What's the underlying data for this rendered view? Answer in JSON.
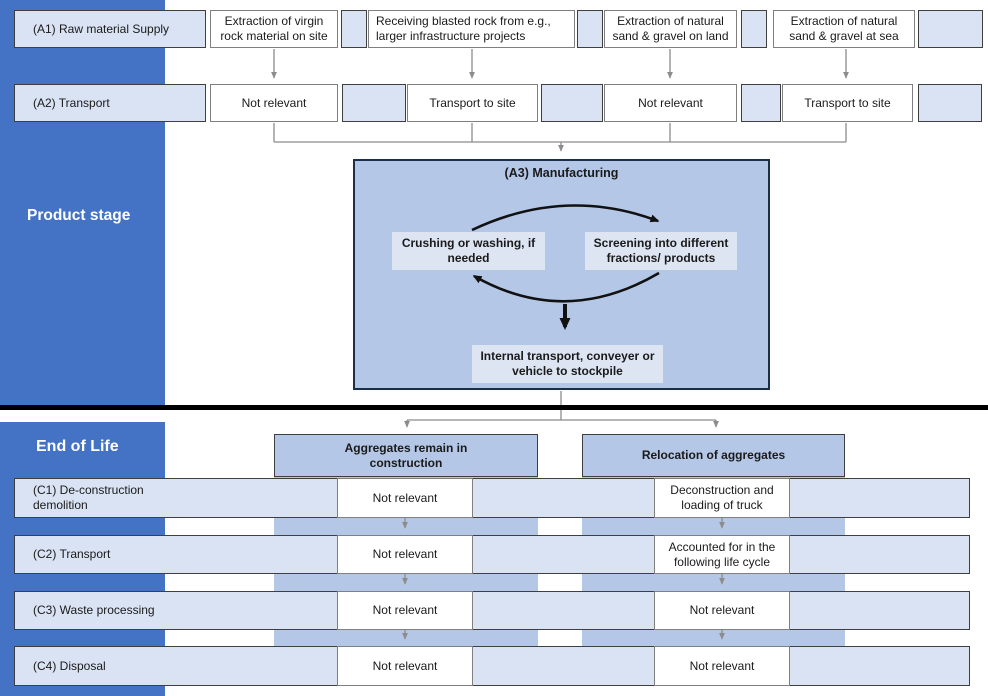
{
  "colors": {
    "sidebar_blue": "#4472C4",
    "light_blue": "#DAE3F3",
    "medium_blue": "#B4C7E7",
    "divider_black": "#000000",
    "connector_gray": "#8C8C8C"
  },
  "product_stage": {
    "sidebar_label": "Product stage",
    "a1": {
      "label": "(A1) Raw material Supply",
      "cells": [
        "Extraction of virgin rock material on site",
        "Receiving blasted rock from e.g., larger infrastructure projects",
        "Extraction of natural sand & gravel on land",
        "Extraction of natural sand & gravel at sea"
      ]
    },
    "a2": {
      "label": "(A2) Transport",
      "cells": [
        "Not relevant",
        "Transport to site",
        "Not relevant",
        "Transport to site"
      ]
    },
    "manufacturing": {
      "title": "(A3) Manufacturing",
      "step_crushing": "Crushing or washing, if needed",
      "step_screening": "Screening into different fractions/ products",
      "step_internal": "Internal transport, conveyer or vehicle to stockpile"
    }
  },
  "end_of_life": {
    "sidebar_label": "End of Life",
    "branch_left": "Aggregates remain in construction",
    "branch_right": "Relocation of aggregates",
    "rows": [
      {
        "label": "(C1) De-construction demolition",
        "left": "Not relevant",
        "right": "Deconstruction and loading of truck"
      },
      {
        "label": "(C2) Transport",
        "left": "Not relevant",
        "right": "Accounted for in the following life cycle"
      },
      {
        "label": "(C3) Waste processing",
        "left": "Not relevant",
        "right": "Not relevant"
      },
      {
        "label": "(C4) Disposal",
        "left": "Not relevant",
        "right": "Not relevant"
      }
    ]
  }
}
